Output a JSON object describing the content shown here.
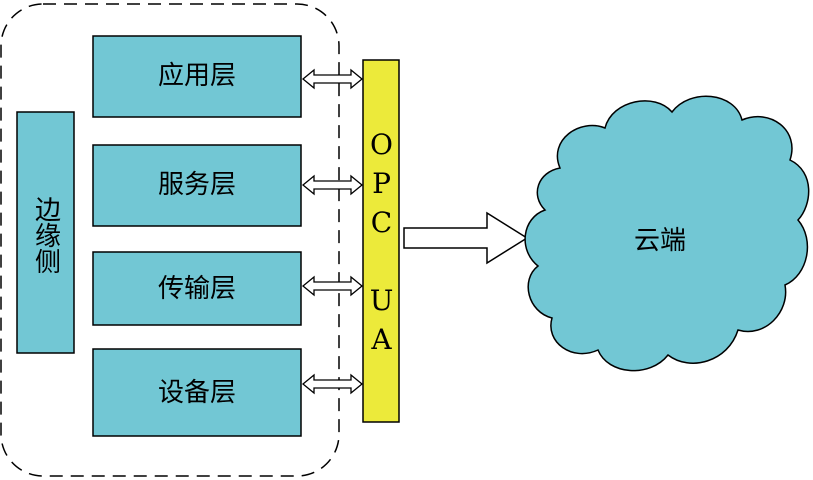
{
  "edge_side": {
    "label": "边缘侧"
  },
  "layers": [
    {
      "label": "应用层"
    },
    {
      "label": "服务层"
    },
    {
      "label": "传输层"
    },
    {
      "label": "设备层"
    }
  ],
  "opc_ua": {
    "label": "OPC UA"
  },
  "cloud": {
    "label": "云端"
  },
  "colors": {
    "box_fill": "#72c7d4",
    "opc_fill": "#ecea3a",
    "cloud_fill": "#72c7d4",
    "stroke": "#000000"
  }
}
